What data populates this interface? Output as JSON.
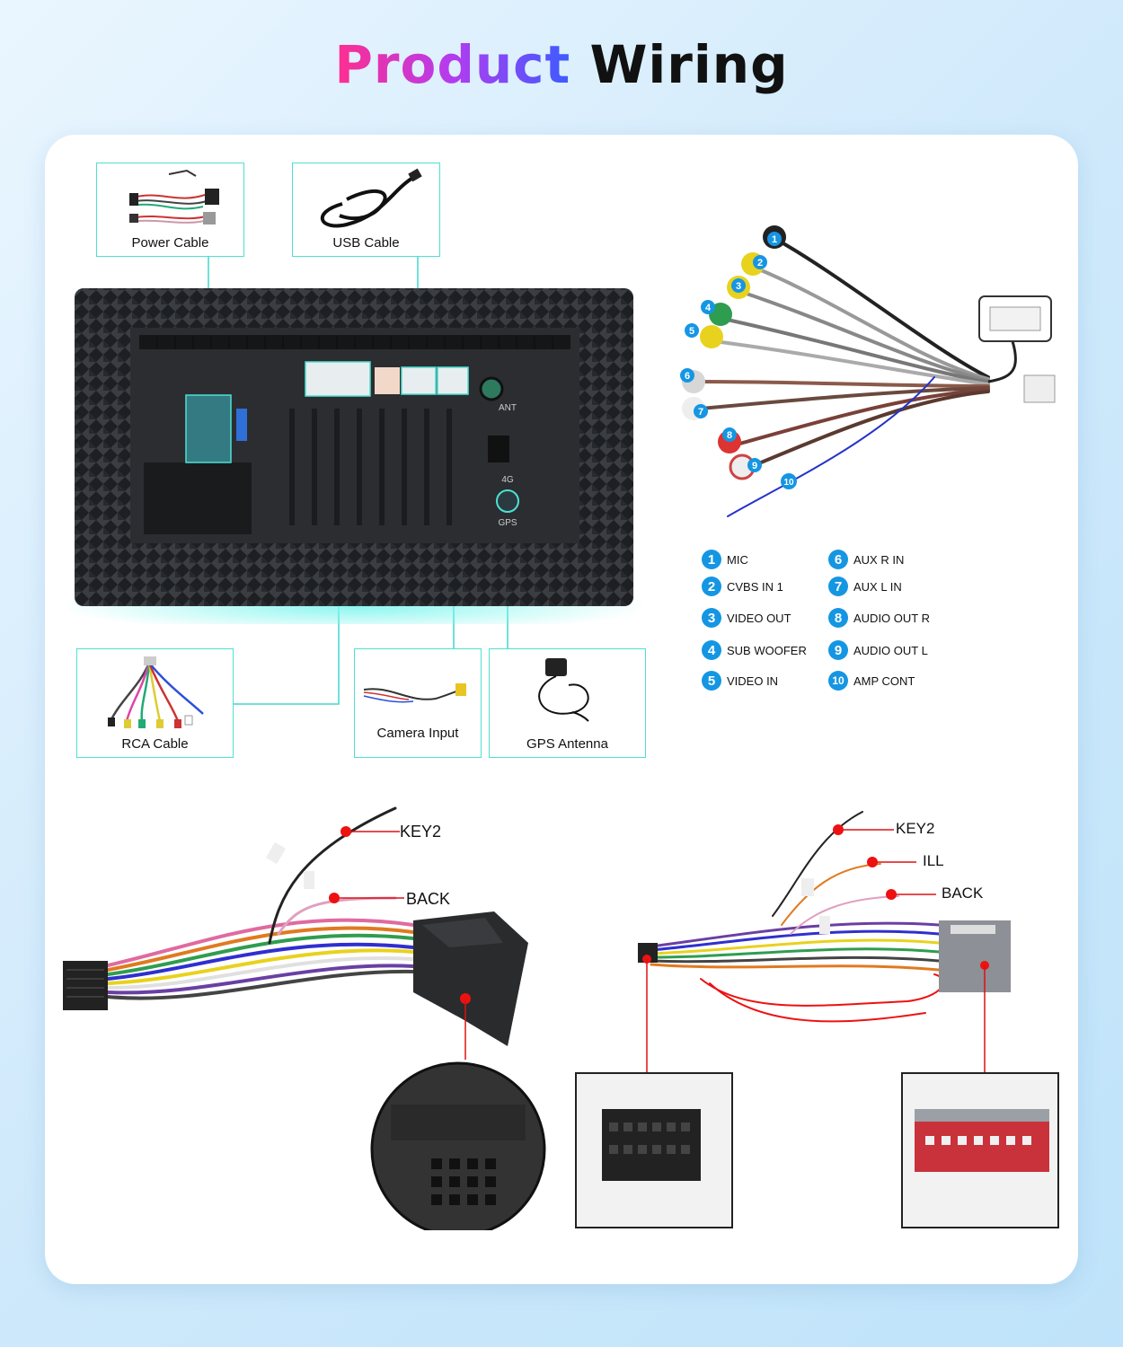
{
  "title": {
    "part1": "Product",
    "part2": "Wiring"
  },
  "accessories": [
    {
      "name": "power-cable",
      "label": "Power Cable"
    },
    {
      "name": "usb-cable",
      "label": "USB Cable"
    },
    {
      "name": "rca-cable",
      "label": "RCA Cable"
    },
    {
      "name": "camera-input",
      "label": "Camera Input"
    },
    {
      "name": "gps-antenna",
      "label": "GPS Antenna"
    }
  ],
  "radio_labels": {
    "ant": "ANT",
    "fourg": "4G",
    "gps": "GPS"
  },
  "rca_legend": [
    {
      "num": "1",
      "label": "MIC"
    },
    {
      "num": "2",
      "label": "CVBS IN 1"
    },
    {
      "num": "3",
      "label": "VIDEO OUT"
    },
    {
      "num": "4",
      "label": "SUB WOOFER"
    },
    {
      "num": "5",
      "label": "VIDEO IN"
    },
    {
      "num": "6",
      "label": "AUX R IN"
    },
    {
      "num": "7",
      "label": "AUX L IN"
    },
    {
      "num": "8",
      "label": "AUDIO OUT R"
    },
    {
      "num": "9",
      "label": "AUDIO OUT L"
    },
    {
      "num": "10",
      "label": "AMP CONT"
    }
  ],
  "harness_left": {
    "key2": "KEY2",
    "back": "BACK"
  },
  "harness_right": {
    "key2": "KEY2",
    "ill": "ILL",
    "back": "BACK"
  }
}
